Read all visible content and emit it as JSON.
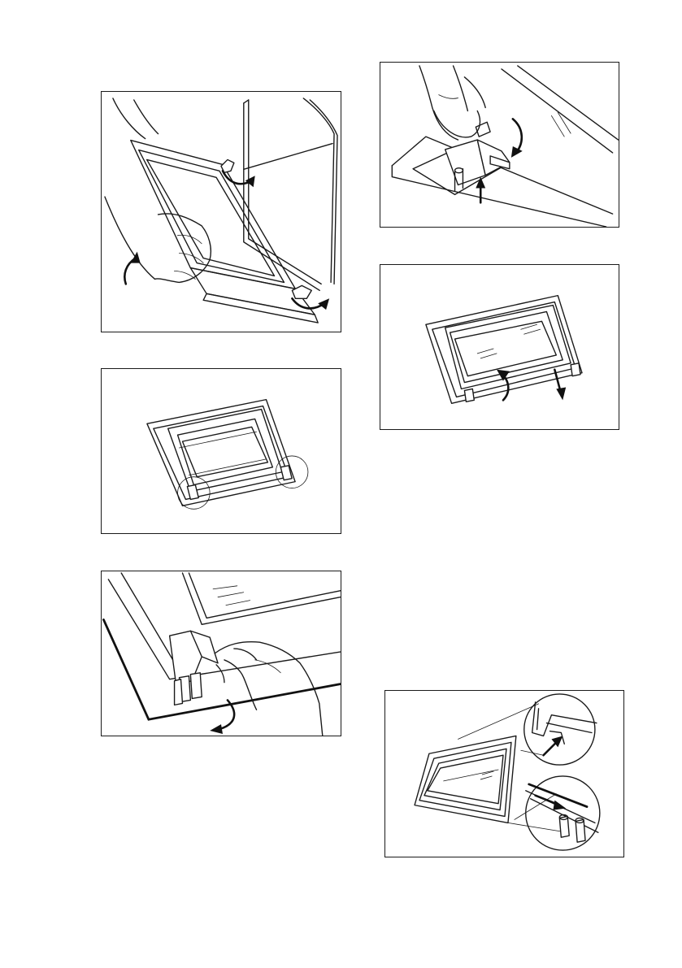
{
  "page": {
    "title": "",
    "page_number": ""
  },
  "figures": [
    {
      "id": "fig-1",
      "description": ""
    },
    {
      "id": "fig-2",
      "description": ""
    },
    {
      "id": "fig-3",
      "description": ""
    },
    {
      "id": "fig-4",
      "description": ""
    },
    {
      "id": "fig-5",
      "description": ""
    },
    {
      "id": "fig-6",
      "description": ""
    }
  ],
  "colors": {
    "line": "#1a1a1a",
    "background": "#ffffff"
  }
}
